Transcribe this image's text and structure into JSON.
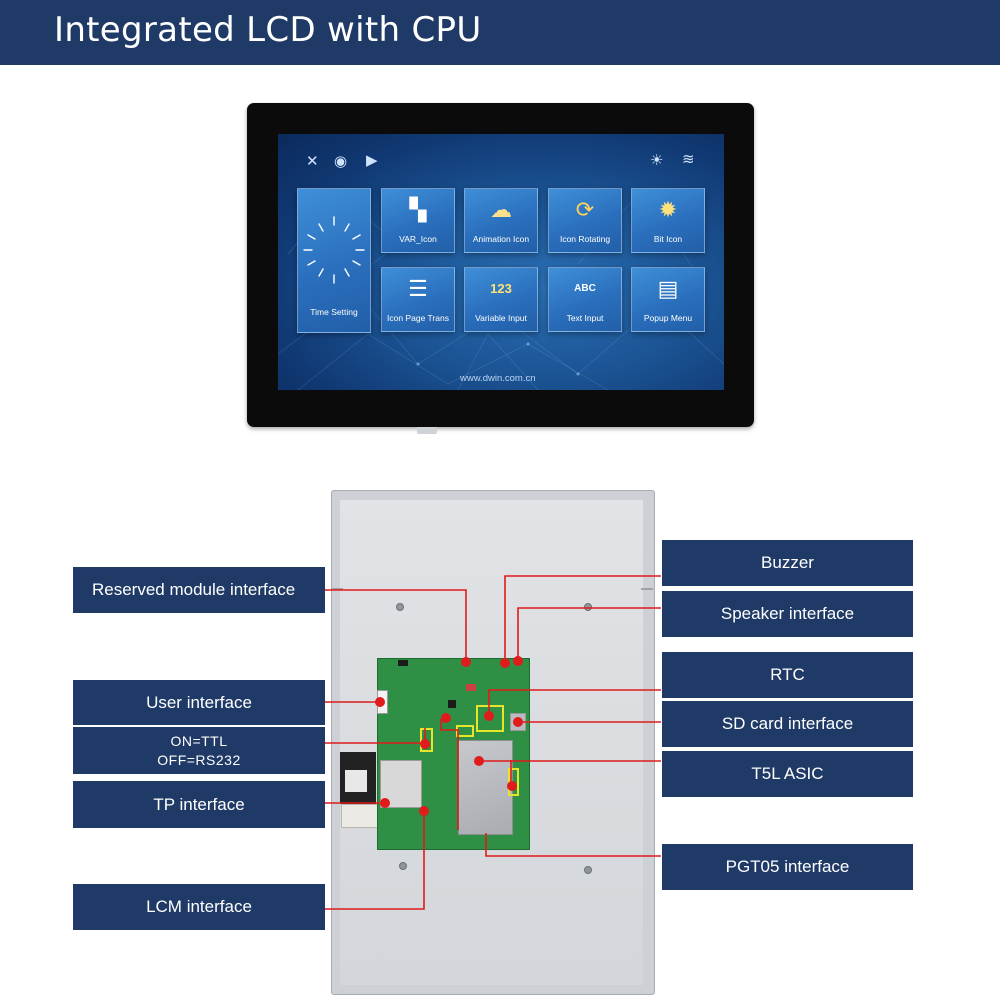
{
  "header": {
    "title": "Integrated LCD with CPU"
  },
  "screen": {
    "status_icons_left": [
      "tools-icon",
      "camera-icon",
      "play-icon"
    ],
    "status_icons_right": [
      "brightness-icon",
      "wifi-icon"
    ],
    "tiles": [
      {
        "label": "Time Setting",
        "icon": "clock-icon"
      },
      {
        "label": "VAR_Icon",
        "icon": "grid-icon"
      },
      {
        "label": "Animation Icon",
        "icon": "cloud-icon"
      },
      {
        "label": "Icon Rotating",
        "icon": "rotate-icon"
      },
      {
        "label": "Bit Icon",
        "icon": "bulb-icon"
      },
      {
        "label": "Icon Page Trans",
        "icon": "sliders-icon"
      },
      {
        "label": "Variable Input",
        "icon": "number-input-icon"
      },
      {
        "label": "Text Input",
        "icon": "text-input-icon"
      },
      {
        "label": "Popup Menu",
        "icon": "menu-icon"
      }
    ],
    "url": "www.dwin.com.cn"
  },
  "tile_glyphs": {
    "clock": "",
    "grid": "▚",
    "cloud": "☁",
    "rotate": "⟳",
    "bulb": "✹",
    "sliders": "☰",
    "number": "123",
    "text": "ABC",
    "menu": "▤"
  },
  "callouts": {
    "reserved_module": "Reserved module interface",
    "user_interface": "User interface",
    "on_ttl": "ON=TTL",
    "off_rs232": "OFF=RS232",
    "tp_interface": "TP interface",
    "lcm_interface": "LCM interface",
    "buzzer": "Buzzer",
    "speaker_interface": "Speaker interface",
    "rtc": "RTC",
    "sd_card_interface": "SD card interface",
    "t5l_asic": "T5L ASIC",
    "pgt05_interface": "PGT05 interface"
  },
  "colors": {
    "header_bg": "#1f3a66",
    "label_bg": "#1f3a66",
    "leader_line": "#e01b1b",
    "highlight_box": "#e7e52a"
  }
}
